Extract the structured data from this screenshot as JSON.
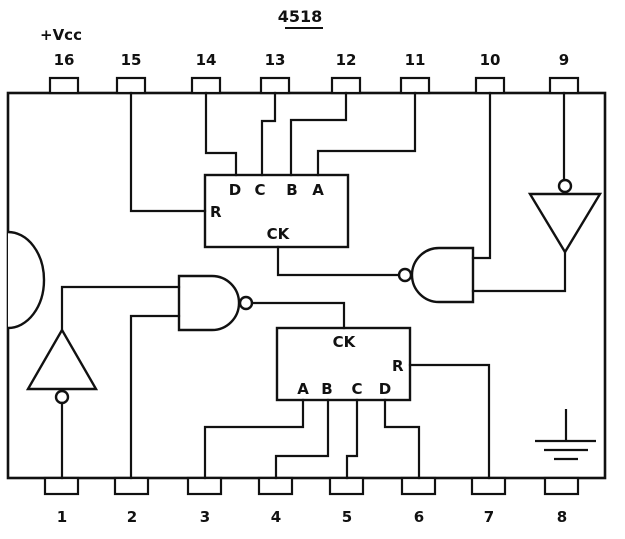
{
  "title": "4518",
  "supply_label": "+Vcc",
  "pins": {
    "top": [
      "16",
      "15",
      "14",
      "13",
      "12",
      "11",
      "10",
      "9"
    ],
    "bottom": [
      "1",
      "2",
      "3",
      "4",
      "5",
      "6",
      "7",
      "8"
    ]
  },
  "counter_upper": {
    "inputs": [
      "D",
      "C",
      "B",
      "A"
    ],
    "reset": "R",
    "clock": "CK"
  },
  "counter_lower": {
    "clock": "CK",
    "reset": "R",
    "outputs": [
      "A",
      "B",
      "C",
      "D"
    ]
  }
}
